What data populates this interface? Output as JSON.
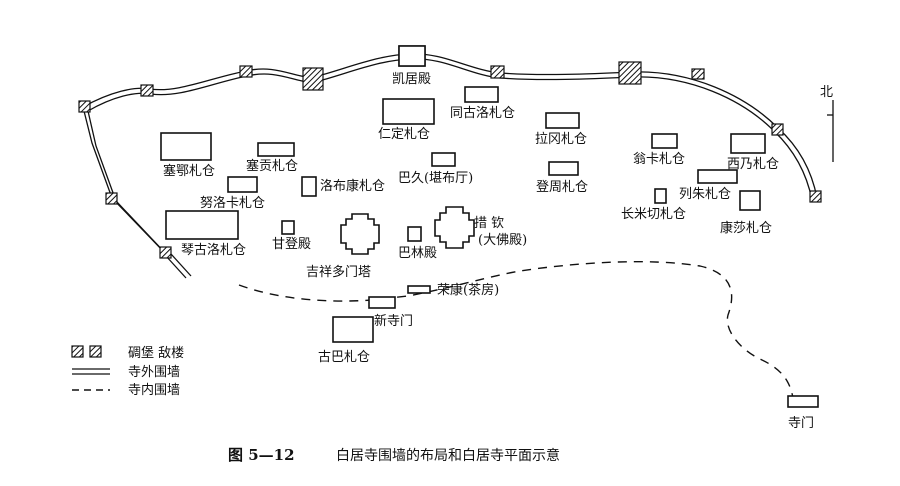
{
  "labels": {
    "kaiju": "凯居殿",
    "tonggu": "同古洛札仓",
    "renzhi": "仁定札仓",
    "lagang": "拉冈札仓",
    "wengka": "翁卡札仓",
    "xinai": "西乃札仓",
    "saie": "塞鄂札仓",
    "saigong": "塞贡札仓",
    "nuluoka": "努洛卡札仓",
    "luobukang": "洛布康札仓",
    "bajiu": "巴久(堪布厅)",
    "dengzhou": "登周札仓",
    "liezhu": "列朱札仓",
    "changmi": "长米切札仓",
    "kangsha": "康莎札仓",
    "qingu": "琴古洛札仓",
    "gandeng": "甘登殿",
    "cuoqin": "措  钦",
    "dafo": "(大佛殿)",
    "balin": "巴林殿",
    "jixiang": "吉祥多门塔",
    "rongkang": "荣康(茶房)",
    "xinsimen": "新寺门",
    "guba": "古巴札仓",
    "simen": "寺门",
    "north": "北"
  },
  "legend": {
    "tower": "碉堡  敌楼",
    "outer": "寺外围墙",
    "inner": "寺内围墙"
  },
  "caption": {
    "number": "图 5—12",
    "text": "白居寺围墙的布局和白居寺平面示意"
  }
}
